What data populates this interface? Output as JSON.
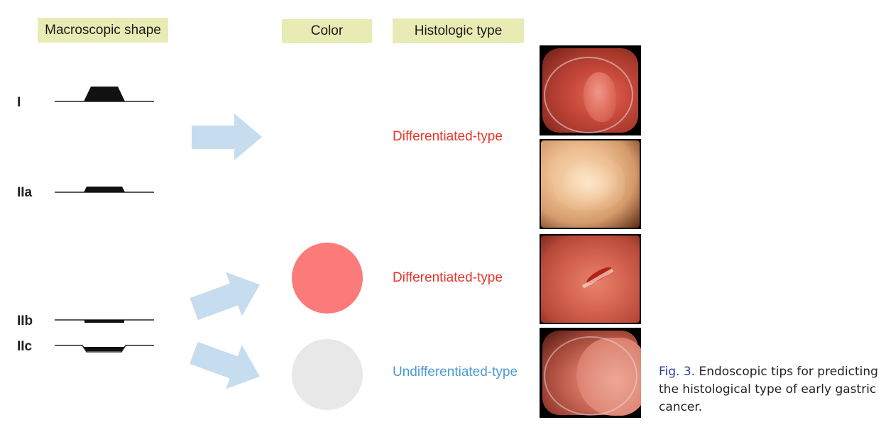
{
  "headers": {
    "macroscopic": "Macroscopic shape",
    "color": "Color",
    "histologic": "Histologic type"
  },
  "shapes": [
    {
      "label": "I"
    },
    {
      "label": "IIa"
    },
    {
      "label": "IIb"
    },
    {
      "label": "IIc"
    }
  ],
  "histologic_types": [
    {
      "text": "Differentiated-type",
      "color": "#e8352a"
    },
    {
      "text": "Differentiated-type",
      "color": "#e8352a"
    },
    {
      "text": "Undifferentiated-type",
      "color": "#4a9ad4"
    }
  ],
  "color_swatches": [
    {
      "name": "reddish",
      "color": "#fb7b7b"
    },
    {
      "name": "whitish",
      "color": "#e8e8e8"
    }
  ],
  "arrow_color": "#c6dcef",
  "header_bg": "#e8ecb4",
  "caption": {
    "fig": "Fig. 3.",
    "text": " Endoscopic tips for predicting the histological type of early gastric cancer."
  }
}
